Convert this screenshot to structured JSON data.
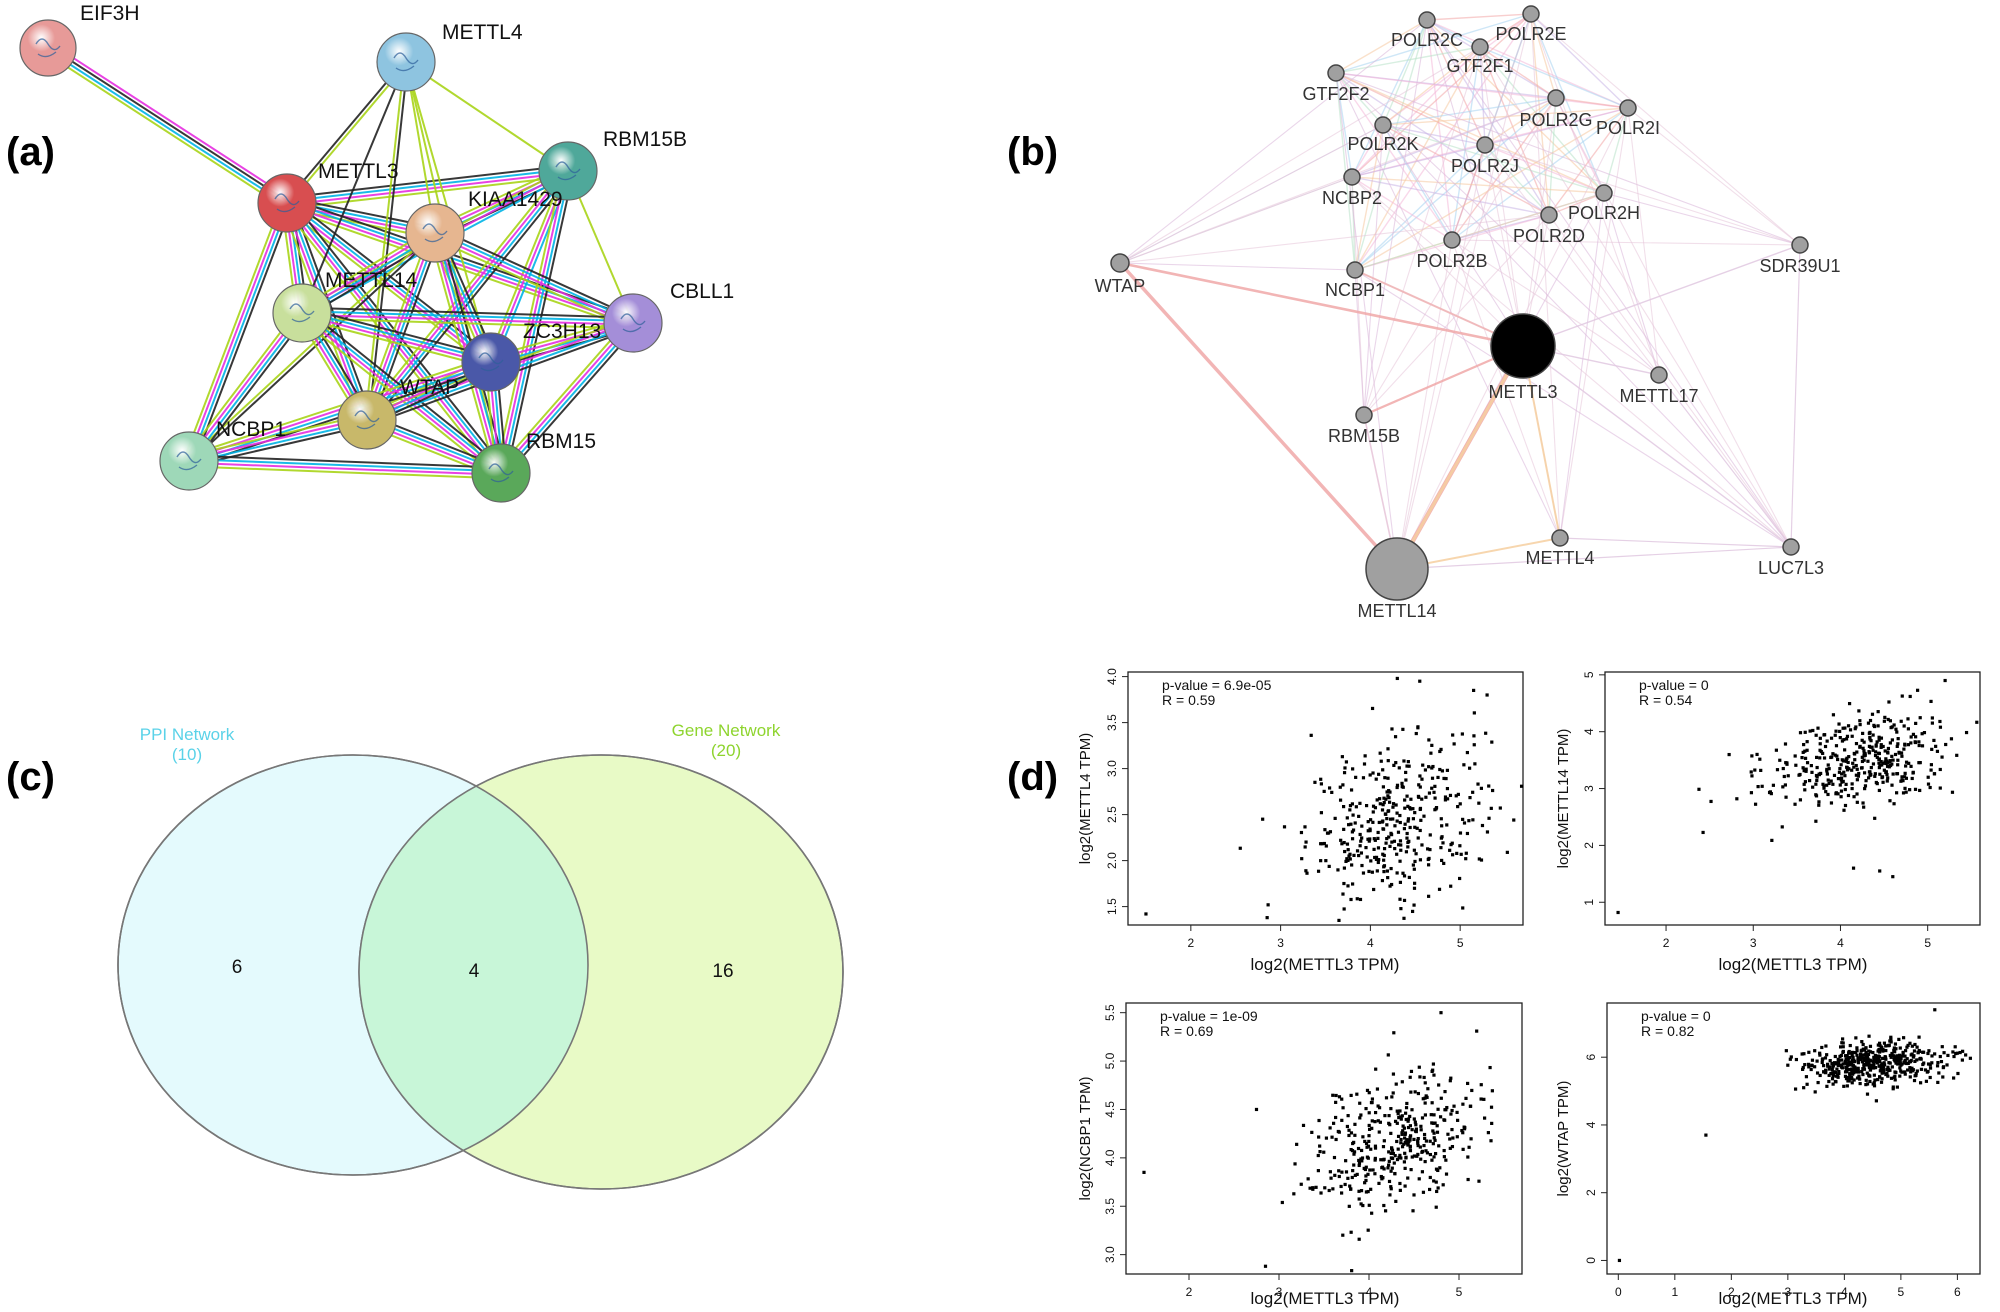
{
  "panels": {
    "a": {
      "letter": "(a)",
      "nodes": [
        {
          "id": "EIF3H",
          "label": "EIF3H",
          "color": "#e79a98"
        },
        {
          "id": "METTL4",
          "label": "METTL4",
          "color": "#8ec4e0"
        },
        {
          "id": "METTL3",
          "label": "METTL3",
          "color": "#d84e50"
        },
        {
          "id": "RBM15B",
          "label": "RBM15B",
          "color": "#4fa89a"
        },
        {
          "id": "KIAA1429",
          "label": "KIAA1429",
          "color": "#e6b690"
        },
        {
          "id": "METTL14",
          "label": "METTL14",
          "color": "#c8df9c"
        },
        {
          "id": "CBLL1",
          "label": "CBLL1",
          "color": "#a48ed8"
        },
        {
          "id": "ZC3H13",
          "label": "ZC3H13",
          "color": "#4a58a8"
        },
        {
          "id": "WTAP",
          "label": "WTAP",
          "color": "#c8b86a"
        },
        {
          "id": "NCBP1",
          "label": "NCBP1",
          "color": "#9ed8b8"
        },
        {
          "id": "RBM15",
          "label": "RBM15",
          "color": "#5aa85a"
        }
      ],
      "edge_colors": [
        "#222222",
        "#00b4e6",
        "#e62ee0",
        "#a8d418"
      ]
    },
    "b": {
      "letter": "(b)",
      "nodes": [
        {
          "id": "POLR2C",
          "label": "POLR2C"
        },
        {
          "id": "POLR2E",
          "label": "POLR2E"
        },
        {
          "id": "GTF2F1",
          "label": "GTF2F1"
        },
        {
          "id": "GTF2F2",
          "label": "GTF2F2"
        },
        {
          "id": "POLR2G",
          "label": "POLR2G"
        },
        {
          "id": "POLR2I",
          "label": "POLR2I"
        },
        {
          "id": "POLR2K",
          "label": "POLR2K"
        },
        {
          "id": "POLR2J",
          "label": "POLR2J"
        },
        {
          "id": "NCBP2",
          "label": "NCBP2"
        },
        {
          "id": "POLR2H",
          "label": "POLR2H"
        },
        {
          "id": "POLR2D",
          "label": "POLR2D"
        },
        {
          "id": "POLR2B",
          "label": "POLR2B"
        },
        {
          "id": "WTAP",
          "label": "WTAP"
        },
        {
          "id": "NCBP1",
          "label": "NCBP1"
        },
        {
          "id": "SDR39U1",
          "label": "SDR39U1"
        },
        {
          "id": "METTL3",
          "label": "METTL3"
        },
        {
          "id": "METTL17",
          "label": "METTL17"
        },
        {
          "id": "RBM15B",
          "label": "RBM15B"
        },
        {
          "id": "METTL4",
          "label": "METTL4"
        },
        {
          "id": "LUC7L3",
          "label": "LUC7L3"
        },
        {
          "id": "METTL14",
          "label": "METTL14"
        }
      ],
      "node_color": "#a0a0a0",
      "query_color": "#000000"
    },
    "c": {
      "letter": "(c)",
      "sets": [
        {
          "name": "PPI Network",
          "count": "(10)",
          "color": "#5ad2e8",
          "fill": "#e4fafd"
        },
        {
          "name": "Gene Network",
          "count": "(20)",
          "color": "#8ed42e",
          "fill": "#e8fac6"
        }
      ],
      "regions": {
        "left_only": "6",
        "both": "4",
        "right_only": "16"
      },
      "overlap_fill": "#c8f6d8"
    },
    "d": {
      "letter": "(d)",
      "xlabel": "log2(METTL3 TPM)"
    }
  },
  "chart_data": [
    {
      "type": "scatter",
      "annotation": [
        "p-value = 6.9e-05",
        "R = 0.59"
      ],
      "xlabel": "log2(METTL3 TPM)",
      "ylabel": "log2(METTL4 TPM)",
      "xticks": [
        "2",
        "3",
        "4",
        "5"
      ],
      "yticks": [
        "1.5",
        "2.0",
        "2.5",
        "3.0",
        "3.5",
        "4.0"
      ],
      "xlim": [
        1.3,
        5.7
      ],
      "ylim": [
        1.3,
        4.05
      ],
      "points": {
        "n": 380,
        "x_mean": 4.3,
        "x_sd": 0.5,
        "y_mean": 2.45,
        "y_sd": 0.45,
        "r": 0.3
      },
      "extra_points": [
        [
          1.5,
          1.42
        ],
        [
          2.85,
          1.38
        ],
        [
          2.8,
          2.45
        ],
        [
          3.65,
          1.35
        ],
        [
          4.3,
          3.98
        ],
        [
          4.55,
          3.95
        ],
        [
          5.15,
          3.85
        ],
        [
          5.3,
          3.8
        ]
      ]
    },
    {
      "type": "scatter",
      "annotation": [
        "p-value = 0",
        "R = 0.54"
      ],
      "xlabel": "log2(METTL3 TPM)",
      "ylabel": "log2(METTL14 TPM)",
      "xticks": [
        "2",
        "3",
        "4",
        "5"
      ],
      "yticks": [
        "1",
        "2",
        "3",
        "4",
        "5"
      ],
      "xlim": [
        1.3,
        5.6
      ],
      "ylim": [
        0.6,
        5.05
      ],
      "points": {
        "n": 400,
        "x_mean": 4.2,
        "x_sd": 0.55,
        "y_mean": 3.5,
        "y_sd": 0.42,
        "r": 0.25
      },
      "extra_points": [
        [
          1.45,
          0.82
        ],
        [
          4.15,
          1.6
        ],
        [
          4.45,
          1.55
        ],
        [
          4.6,
          1.45
        ],
        [
          5.2,
          4.9
        ]
      ]
    },
    {
      "type": "scatter",
      "annotation": [
        "p-value = 1e-09",
        "R = 0.69"
      ],
      "xlabel": "log2(METTL3 TPM)",
      "ylabel": "log2(NCBP1 TPM)",
      "xticks": [
        "2",
        "3",
        "4",
        "5"
      ],
      "yticks": [
        "3.0",
        "3.5",
        "4.0",
        "4.5",
        "5.0",
        "5.5"
      ],
      "xlim": [
        1.3,
        5.7
      ],
      "ylim": [
        2.8,
        5.6
      ],
      "points": {
        "n": 400,
        "x_mean": 4.3,
        "x_sd": 0.48,
        "y_mean": 4.15,
        "y_sd": 0.38,
        "r": 0.35
      },
      "extra_points": [
        [
          1.5,
          3.85
        ],
        [
          2.85,
          2.88
        ],
        [
          2.75,
          4.5
        ],
        [
          4.8,
          5.5
        ]
      ]
    },
    {
      "type": "scatter",
      "annotation": [
        "p-value = 0",
        "R = 0.82"
      ],
      "xlabel": "log2(METTL3 TPM)",
      "ylabel": "log2(WTAP TPM)",
      "xticks": [
        "0",
        "1",
        "2",
        "3",
        "4",
        "5",
        "6"
      ],
      "yticks": [
        "0",
        "2",
        "4",
        "6"
      ],
      "xlim": [
        -0.2,
        6.4
      ],
      "ylim": [
        -0.4,
        7.6
      ],
      "points": {
        "n": 480,
        "x_mean": 4.5,
        "x_sd": 0.62,
        "y_mean": 5.8,
        "y_sd": 0.33,
        "r": 0.15
      },
      "extra_points": [
        [
          0.02,
          0.0
        ],
        [
          1.55,
          3.7
        ],
        [
          5.6,
          7.4
        ]
      ]
    }
  ]
}
